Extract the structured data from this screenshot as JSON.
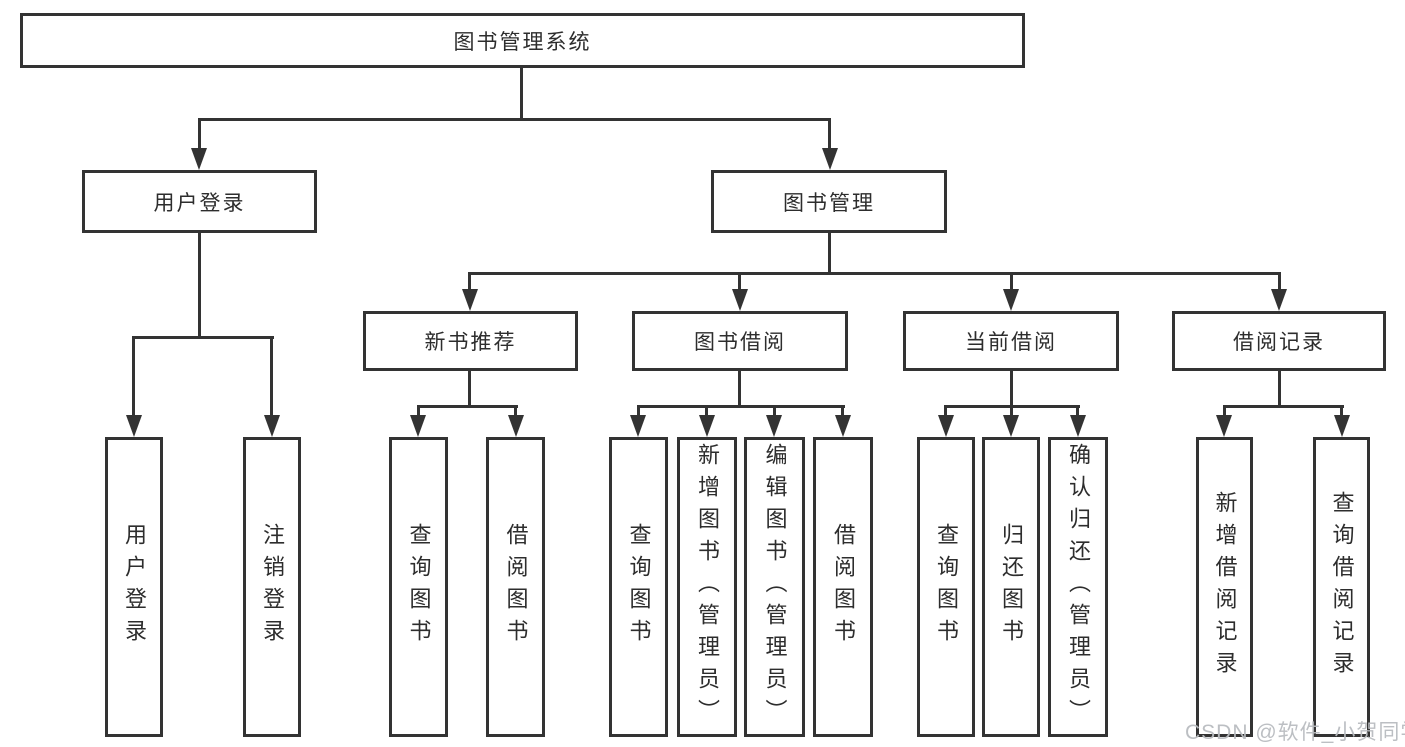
{
  "diagram": {
    "root": {
      "label": "图书管理系统"
    },
    "level2": [
      {
        "label": "用户登录"
      },
      {
        "label": "图书管理"
      }
    ],
    "level3": [
      {
        "label": "新书推荐"
      },
      {
        "label": "图书借阅"
      },
      {
        "label": "当前借阅"
      },
      {
        "label": "借阅记录"
      }
    ],
    "leaves": {
      "user_login": [
        "用户登录",
        "注销登录"
      ],
      "new_book_recommend": [
        "查询图书",
        "借阅图书"
      ],
      "book_borrowing": [
        "查询图书",
        "新增图书（管理员）",
        "编辑图书（管理员）",
        "借阅图书"
      ],
      "current_borrowing": [
        "查询图书",
        "归还图书",
        "确认归还（管理员）"
      ],
      "borrowing_records": [
        "新增借阅记录",
        "查询借阅记录"
      ]
    }
  },
  "watermark": {
    "text": "CSDN @软件_小贺同学"
  },
  "colors": {
    "line": "#333333",
    "text": "#2d2d2d",
    "watermark": "#b9bcc0",
    "background": "#ffffff"
  }
}
